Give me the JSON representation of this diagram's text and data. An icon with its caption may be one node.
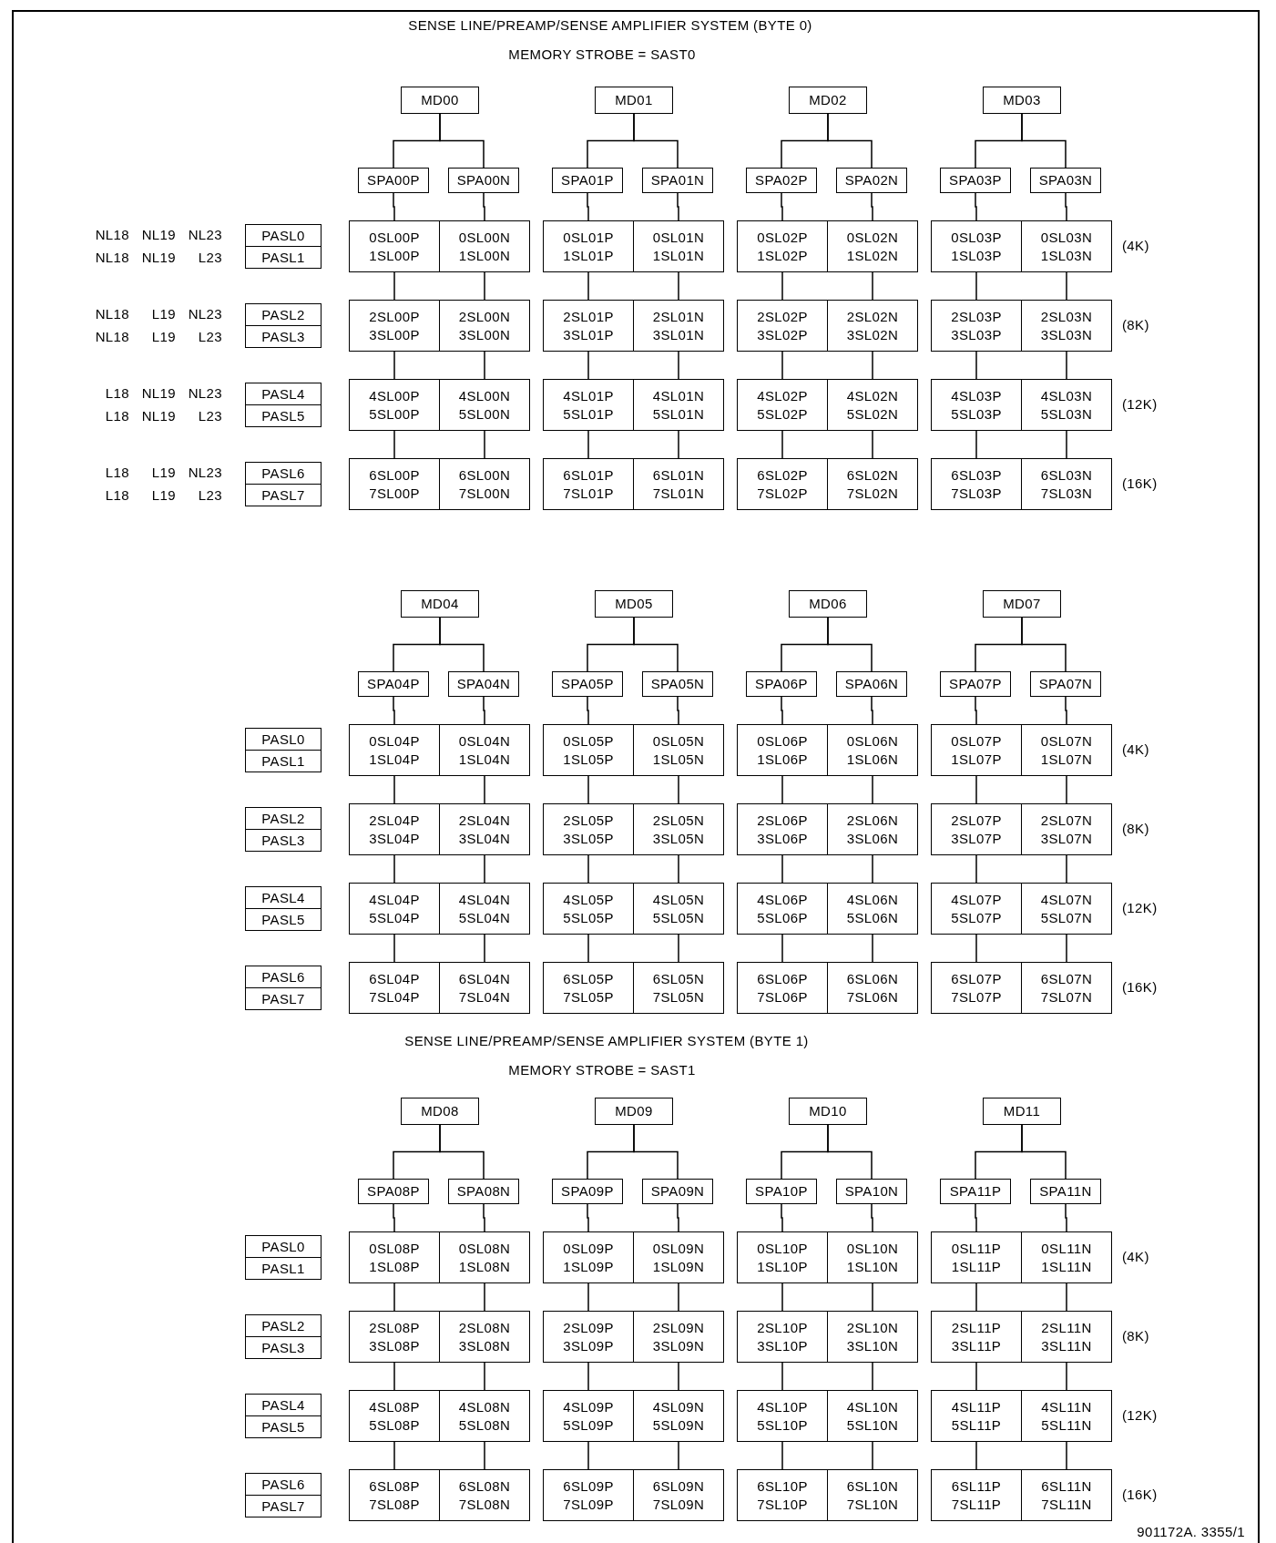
{
  "diagram": {
    "nodes": [
      {
        "text": [
          "MD00"
        ]
      },
      {
        "text": [
          "MD01"
        ]
      },
      {
        "text": [
          "MD02"
        ]
      },
      {
        "text": [
          "MD03"
        ]
      },
      {
        "text": [
          "SPA00P"
        ]
      },
      {
        "text": [
          "SPA00N"
        ]
      },
      {
        "text": [
          "SPA01P"
        ]
      },
      {
        "text": [
          "SPA01N"
        ]
      },
      {
        "text": [
          "SPA02P"
        ]
      },
      {
        "text": [
          "SPA02N"
        ]
      },
      {
        "text": [
          "SPA03P"
        ]
      },
      {
        "text": [
          "SPA03N"
        ]
      },
      {
        "text": [
          "PASL0"
        ]
      },
      {
        "text": [
          "PASL1"
        ]
      },
      {
        "text": [
          "0SL00P",
          "1SL00P"
        ]
      },
      {
        "text": [
          "0SL00N",
          "1SL00N"
        ]
      },
      {
        "text": [
          "0SL01P",
          "1SL01P"
        ]
      },
      {
        "text": [
          "0SL01N",
          "1SL01N"
        ]
      },
      {
        "text": [
          "0SL02P",
          "1SL02P"
        ]
      },
      {
        "text": [
          "0SL02N",
          "1SL02N"
        ]
      },
      {
        "text": [
          "0SL03P",
          "1SL03P"
        ]
      },
      {
        "text": [
          "0SL03N",
          "1SL03N"
        ]
      },
      {
        "text": [
          "PASL2"
        ]
      },
      {
        "text": [
          "PASL3"
        ]
      },
      {
        "text": [
          "2SL00P",
          "3SL00P"
        ]
      },
      {
        "text": [
          "2SL00N",
          "3SL00N"
        ]
      },
      {
        "text": [
          "2SL01P",
          "3SL01P"
        ]
      },
      {
        "text": [
          "2SL01N",
          "3SL01N"
        ]
      },
      {
        "text": [
          "2SL02P",
          "3SL02P"
        ]
      },
      {
        "text": [
          "2SL02N",
          "3SL02N"
        ]
      },
      {
        "text": [
          "2SL03P",
          "3SL03P"
        ]
      },
      {
        "text": [
          "2SL03N",
          "3SL03N"
        ]
      },
      {
        "text": [
          "PASL4"
        ]
      },
      {
        "text": [
          "PASL5"
        ]
      },
      {
        "text": [
          "4SL00P",
          "5SL00P"
        ]
      },
      {
        "text": [
          "4SL00N",
          "5SL00N"
        ]
      },
      {
        "text": [
          "4SL01P",
          "5SL01P"
        ]
      },
      {
        "text": [
          "4SL01N",
          "5SL01N"
        ]
      },
      {
        "text": [
          "4SL02P",
          "5SL02P"
        ]
      },
      {
        "text": [
          "4SL02N",
          "5SL02N"
        ]
      },
      {
        "text": [
          "4SL03P",
          "5SL03P"
        ]
      },
      {
        "text": [
          "4SL03N",
          "5SL03N"
        ]
      },
      {
        "text": [
          "PASL6"
        ]
      },
      {
        "text": [
          "PASL7"
        ]
      },
      {
        "text": [
          "6SL00P",
          "7SL00P"
        ]
      },
      {
        "text": [
          "6SL00N",
          "7SL00N"
        ]
      },
      {
        "text": [
          "6SL01P",
          "7SL01P"
        ]
      },
      {
        "text": [
          "6SL01N",
          "7SL01N"
        ]
      },
      {
        "text": [
          "6SL02P",
          "7SL02P"
        ]
      },
      {
        "text": [
          "6SL02N",
          "7SL02N"
        ]
      },
      {
        "text": [
          "6SL03P",
          "7SL03P"
        ]
      },
      {
        "text": [
          "6SL03N",
          "7SL03N"
        ]
      },
      {
        "text": [
          "MD04"
        ]
      },
      {
        "text": [
          "MD05"
        ]
      },
      {
        "text": [
          "MD06"
        ]
      },
      {
        "text": [
          "MD07"
        ]
      },
      {
        "text": [
          "SPA04P"
        ]
      },
      {
        "text": [
          "SPA04N"
        ]
      },
      {
        "text": [
          "SPA05P"
        ]
      },
      {
        "text": [
          "SPA05N"
        ]
      },
      {
        "text": [
          "SPA06P"
        ]
      },
      {
        "text": [
          "SPA06N"
        ]
      },
      {
        "text": [
          "SPA07P"
        ]
      },
      {
        "text": [
          "SPA07N"
        ]
      },
      {
        "text": [
          "PASL0"
        ]
      },
      {
        "text": [
          "PASL1"
        ]
      },
      {
        "text": [
          "0SL04P",
          "1SL04P"
        ]
      },
      {
        "text": [
          "0SL04N",
          "1SL04N"
        ]
      },
      {
        "text": [
          "0SL05P",
          "1SL05P"
        ]
      },
      {
        "text": [
          "0SL05N",
          "1SL05N"
        ]
      },
      {
        "text": [
          "0SL06P",
          "1SL06P"
        ]
      },
      {
        "text": [
          "0SL06N",
          "1SL06N"
        ]
      },
      {
        "text": [
          "0SL07P",
          "1SL07P"
        ]
      },
      {
        "text": [
          "0SL07N",
          "1SL07N"
        ]
      },
      {
        "text": [
          "PASL2"
        ]
      },
      {
        "text": [
          "PASL3"
        ]
      },
      {
        "text": [
          "2SL04P",
          "3SL04P"
        ]
      },
      {
        "text": [
          "2SL04N",
          "3SL04N"
        ]
      },
      {
        "text": [
          "2SL05P",
          "3SL05P"
        ]
      },
      {
        "text": [
          "2SL05N",
          "3SL05N"
        ]
      },
      {
        "text": [
          "2SL06P",
          "3SL06P"
        ]
      },
      {
        "text": [
          "2SL06N",
          "3SL06N"
        ]
      },
      {
        "text": [
          "2SL07P",
          "3SL07P"
        ]
      },
      {
        "text": [
          "2SL07N",
          "3SL07N"
        ]
      },
      {
        "text": [
          "PASL4"
        ]
      },
      {
        "text": [
          "PASL5"
        ]
      },
      {
        "text": [
          "4SL04P",
          "5SL04P"
        ]
      },
      {
        "text": [
          "4SL04N",
          "5SL04N"
        ]
      },
      {
        "text": [
          "4SL05P",
          "5SL05P"
        ]
      },
      {
        "text": [
          "4SL05N",
          "5SL05N"
        ]
      },
      {
        "text": [
          "4SL06P",
          "5SL06P"
        ]
      },
      {
        "text": [
          "4SL06N",
          "5SL06N"
        ]
      },
      {
        "text": [
          "4SL07P",
          "5SL07P"
        ]
      },
      {
        "text": [
          "4SL07N",
          "5SL07N"
        ]
      },
      {
        "text": [
          "PASL6"
        ]
      },
      {
        "text": [
          "PASL7"
        ]
      },
      {
        "text": [
          "6SL04P",
          "7SL04P"
        ]
      },
      {
        "text": [
          "6SL04N",
          "7SL04N"
        ]
      },
      {
        "text": [
          "6SL05P",
          "7SL05P"
        ]
      },
      {
        "text": [
          "6SL05N",
          "7SL05N"
        ]
      },
      {
        "text": [
          "6SL06P",
          "7SL06P"
        ]
      },
      {
        "text": [
          "6SL06N",
          "7SL06N"
        ]
      },
      {
        "text": [
          "6SL07P",
          "7SL07P"
        ]
      },
      {
        "text": [
          "6SL07N",
          "7SL07N"
        ]
      },
      {
        "text": [
          "MD08"
        ]
      },
      {
        "text": [
          "MD09"
        ]
      },
      {
        "text": [
          "MD10"
        ]
      },
      {
        "text": [
          "MD11"
        ]
      },
      {
        "text": [
          "SPA08P"
        ]
      },
      {
        "text": [
          "SPA08N"
        ]
      },
      {
        "text": [
          "SPA09P"
        ]
      },
      {
        "text": [
          "SPA09N"
        ]
      },
      {
        "text": [
          "SPA10P"
        ]
      },
      {
        "text": [
          "SPA10N"
        ]
      },
      {
        "text": [
          "SPA11P"
        ]
      },
      {
        "text": [
          "SPA11N"
        ]
      },
      {
        "text": [
          "PASL0"
        ]
      },
      {
        "text": [
          "PASL1"
        ]
      },
      {
        "text": [
          "0SL08P",
          "1SL08P"
        ]
      },
      {
        "text": [
          "0SL08N",
          "1SL08N"
        ]
      },
      {
        "text": [
          "0SL09P",
          "1SL09P"
        ]
      },
      {
        "text": [
          "0SL09N",
          "1SL09N"
        ]
      },
      {
        "text": [
          "0SL10P",
          "1SL10P"
        ]
      },
      {
        "text": [
          "0SL10N",
          "1SL10N"
        ]
      },
      {
        "text": [
          "0SL11P",
          "1SL11P"
        ]
      },
      {
        "text": [
          "0SL11N",
          "1SL11N"
        ]
      },
      {
        "text": [
          "PASL2"
        ]
      },
      {
        "text": [
          "PASL3"
        ]
      },
      {
        "text": [
          "2SL08P",
          "3SL08P"
        ]
      },
      {
        "text": [
          "2SL08N",
          "3SL08N"
        ]
      },
      {
        "text": [
          "2SL09P",
          "3SL09P"
        ]
      },
      {
        "text": [
          "2SL09N",
          "3SL09N"
        ]
      },
      {
        "text": [
          "2SL10P",
          "3SL10P"
        ]
      },
      {
        "text": [
          "2SL10N",
          "3SL10N"
        ]
      },
      {
        "text": [
          "2SL11P",
          "3SL11P"
        ]
      },
      {
        "text": [
          "2SL11N",
          "3SL11N"
        ]
      },
      {
        "text": [
          "PASL4"
        ]
      },
      {
        "text": [
          "PASL5"
        ]
      },
      {
        "text": [
          "4SL08P",
          "5SL08P"
        ]
      },
      {
        "text": [
          "4SL08N",
          "5SL08N"
        ]
      },
      {
        "text": [
          "4SL09P",
          "5SL09P"
        ]
      },
      {
        "text": [
          "4SL09N",
          "5SL09N"
        ]
      },
      {
        "text": [
          "4SL10P",
          "5SL10P"
        ]
      },
      {
        "text": [
          "4SL10N",
          "5SL10N"
        ]
      },
      {
        "text": [
          "4SL11P",
          "5SL11P"
        ]
      },
      {
        "text": [
          "4SL11N",
          "5SL11N"
        ]
      },
      {
        "text": [
          "PASL6"
        ]
      },
      {
        "text": [
          "PASL7"
        ]
      },
      {
        "text": [
          "6SL08P",
          "7SL08P"
        ]
      },
      {
        "text": [
          "6SL08N",
          "7SL08N"
        ]
      },
      {
        "text": [
          "6SL09P",
          "7SL09P"
        ]
      },
      {
        "text": [
          "6SL09N",
          "7SL09N"
        ]
      },
      {
        "text": [
          "6SL10P",
          "7SL10P"
        ]
      },
      {
        "text": [
          "6SL10N",
          "7SL10N"
        ]
      },
      {
        "text": [
          "6SL11P",
          "7SL11P"
        ]
      },
      {
        "text": [
          "6SL11N",
          "7SL11N"
        ]
      }
    ],
    "edges": [
      {
        "from": 0,
        "to": 4,
        "arrow": "none"
      },
      {
        "from": 0,
        "to": 5,
        "arrow": "none"
      },
      {
        "from": 4,
        "to": 14,
        "arrow": "none"
      },
      {
        "from": 14,
        "to": 24,
        "arrow": "none"
      },
      {
        "from": 24,
        "to": 34,
        "arrow": "none"
      },
      {
        "from": 34,
        "to": 44,
        "arrow": "none"
      },
      {
        "from": 5,
        "to": 15,
        "arrow": "none"
      },
      {
        "from": 15,
        "to": 25,
        "arrow": "none"
      },
      {
        "from": 25,
        "to": 35,
        "arrow": "none"
      },
      {
        "from": 35,
        "to": 45,
        "arrow": "none"
      },
      {
        "from": 1,
        "to": 6,
        "arrow": "none"
      },
      {
        "from": 1,
        "to": 7,
        "arrow": "none"
      },
      {
        "from": 6,
        "to": 16,
        "arrow": "none"
      },
      {
        "from": 16,
        "to": 26,
        "arrow": "none"
      },
      {
        "from": 26,
        "to": 36,
        "arrow": "none"
      },
      {
        "from": 36,
        "to": 46,
        "arrow": "none"
      },
      {
        "from": 7,
        "to": 17,
        "arrow": "none"
      },
      {
        "from": 17,
        "to": 27,
        "arrow": "none"
      },
      {
        "from": 27,
        "to": 37,
        "arrow": "none"
      },
      {
        "from": 37,
        "to": 47,
        "arrow": "none"
      },
      {
        "from": 2,
        "to": 8,
        "arrow": "none"
      },
      {
        "from": 2,
        "to": 9,
        "arrow": "none"
      },
      {
        "from": 8,
        "to": 18,
        "arrow": "none"
      },
      {
        "from": 18,
        "to": 28,
        "arrow": "none"
      },
      {
        "from": 28,
        "to": 38,
        "arrow": "none"
      },
      {
        "from": 38,
        "to": 48,
        "arrow": "none"
      },
      {
        "from": 9,
        "to": 19,
        "arrow": "none"
      },
      {
        "from": 19,
        "to": 29,
        "arrow": "none"
      },
      {
        "from": 29,
        "to": 39,
        "arrow": "none"
      },
      {
        "from": 39,
        "to": 49,
        "arrow": "none"
      },
      {
        "from": 3,
        "to": 10,
        "arrow": "none"
      },
      {
        "from": 3,
        "to": 11,
        "arrow": "none"
      },
      {
        "from": 10,
        "to": 20,
        "arrow": "none"
      },
      {
        "from": 20,
        "to": 30,
        "arrow": "none"
      },
      {
        "from": 30,
        "to": 40,
        "arrow": "none"
      },
      {
        "from": 40,
        "to": 50,
        "arrow": "none"
      },
      {
        "from": 11,
        "to": 21,
        "arrow": "none"
      },
      {
        "from": 21,
        "to": 31,
        "arrow": "none"
      },
      {
        "from": 31,
        "to": 41,
        "arrow": "none"
      },
      {
        "from": 41,
        "to": 51,
        "arrow": "none"
      },
      {
        "from": 52,
        "to": 56,
        "arrow": "none"
      },
      {
        "from": 52,
        "to": 57,
        "arrow": "none"
      },
      {
        "from": 56,
        "to": 66,
        "arrow": "none"
      },
      {
        "from": 66,
        "to": 76,
        "arrow": "none"
      },
      {
        "from": 76,
        "to": 86,
        "arrow": "none"
      },
      {
        "from": 86,
        "to": 96,
        "arrow": "none"
      },
      {
        "from": 57,
        "to": 67,
        "arrow": "none"
      },
      {
        "from": 67,
        "to": 77,
        "arrow": "none"
      },
      {
        "from": 77,
        "to": 87,
        "arrow": "none"
      },
      {
        "from": 87,
        "to": 97,
        "arrow": "none"
      },
      {
        "from": 53,
        "to": 58,
        "arrow": "none"
      },
      {
        "from": 53,
        "to": 59,
        "arrow": "none"
      },
      {
        "from": 58,
        "to": 68,
        "arrow": "none"
      },
      {
        "from": 68,
        "to": 78,
        "arrow": "none"
      },
      {
        "from": 78,
        "to": 88,
        "arrow": "none"
      },
      {
        "from": 88,
        "to": 98,
        "arrow": "none"
      },
      {
        "from": 59,
        "to": 69,
        "arrow": "none"
      },
      {
        "from": 69,
        "to": 79,
        "arrow": "none"
      },
      {
        "from": 79,
        "to": 89,
        "arrow": "none"
      },
      {
        "from": 89,
        "to": 99,
        "arrow": "none"
      },
      {
        "from": 54,
        "to": 60,
        "arrow": "none"
      },
      {
        "from": 54,
        "to": 61,
        "arrow": "none"
      },
      {
        "from": 60,
        "to": 70,
        "arrow": "none"
      },
      {
        "from": 70,
        "to": 80,
        "arrow": "none"
      },
      {
        "from": 80,
        "to": 90,
        "arrow": "none"
      },
      {
        "from": 90,
        "to": 100,
        "arrow": "none"
      },
      {
        "from": 61,
        "to": 71,
        "arrow": "none"
      },
      {
        "from": 71,
        "to": 81,
        "arrow": "none"
      },
      {
        "from": 81,
        "to": 91,
        "arrow": "none"
      },
      {
        "from": 91,
        "to": 101,
        "arrow": "none"
      },
      {
        "from": 55,
        "to": 62,
        "arrow": "none"
      },
      {
        "from": 55,
        "to": 63,
        "arrow": "none"
      },
      {
        "from": 62,
        "to": 72,
        "arrow": "none"
      },
      {
        "from": 72,
        "to": 82,
        "arrow": "none"
      },
      {
        "from": 82,
        "to": 92,
        "arrow": "none"
      },
      {
        "from": 92,
        "to": 102,
        "arrow": "none"
      },
      {
        "from": 63,
        "to": 73,
        "arrow": "none"
      },
      {
        "from": 73,
        "to": 83,
        "arrow": "none"
      },
      {
        "from": 83,
        "to": 93,
        "arrow": "none"
      },
      {
        "from": 93,
        "to": 103,
        "arrow": "none"
      },
      {
        "from": 104,
        "to": 108,
        "arrow": "none"
      },
      {
        "from": 104,
        "to": 109,
        "arrow": "none"
      },
      {
        "from": 108,
        "to": 118,
        "arrow": "none"
      },
      {
        "from": 118,
        "to": 128,
        "arrow": "none"
      },
      {
        "from": 128,
        "to": 138,
        "arrow": "none"
      },
      {
        "from": 138,
        "to": 148,
        "arrow": "none"
      },
      {
        "from": 109,
        "to": 119,
        "arrow": "none"
      },
      {
        "from": 119,
        "to": 129,
        "arrow": "none"
      },
      {
        "from": 129,
        "to": 139,
        "arrow": "none"
      },
      {
        "from": 139,
        "to": 149,
        "arrow": "none"
      },
      {
        "from": 105,
        "to": 110,
        "arrow": "none"
      },
      {
        "from": 105,
        "to": 111,
        "arrow": "none"
      },
      {
        "from": 110,
        "to": 120,
        "arrow": "none"
      },
      {
        "from": 120,
        "to": 130,
        "arrow": "none"
      },
      {
        "from": 130,
        "to": 140,
        "arrow": "none"
      },
      {
        "from": 140,
        "to": 150,
        "arrow": "none"
      },
      {
        "from": 111,
        "to": 121,
        "arrow": "none"
      },
      {
        "from": 121,
        "to": 131,
        "arrow": "none"
      },
      {
        "from": 131,
        "to": 141,
        "arrow": "none"
      },
      {
        "from": 141,
        "to": 151,
        "arrow": "none"
      },
      {
        "from": 106,
        "to": 112,
        "arrow": "none"
      },
      {
        "from": 106,
        "to": 113,
        "arrow": "none"
      },
      {
        "from": 112,
        "to": 122,
        "arrow": "none"
      },
      {
        "from": 122,
        "to": 132,
        "arrow": "none"
      },
      {
        "from": 132,
        "to": 142,
        "arrow": "none"
      },
      {
        "from": 142,
        "to": 152,
        "arrow": "none"
      },
      {
        "from": 113,
        "to": 123,
        "arrow": "none"
      },
      {
        "from": 123,
        "to": 133,
        "arrow": "none"
      },
      {
        "from": 133,
        "to": 143,
        "arrow": "none"
      },
      {
        "from": 143,
        "to": 153,
        "arrow": "none"
      },
      {
        "from": 107,
        "to": 114,
        "arrow": "none"
      },
      {
        "from": 107,
        "to": 115,
        "arrow": "none"
      },
      {
        "from": 114,
        "to": 124,
        "arrow": "none"
      },
      {
        "from": 124,
        "to": 134,
        "arrow": "none"
      },
      {
        "from": 134,
        "to": 144,
        "arrow": "none"
      },
      {
        "from": 144,
        "to": 154,
        "arrow": "none"
      },
      {
        "from": 115,
        "to": 125,
        "arrow": "none"
      },
      {
        "from": 125,
        "to": 135,
        "arrow": "none"
      },
      {
        "from": 135,
        "to": 145,
        "arrow": "none"
      },
      {
        "from": 145,
        "to": 155,
        "arrow": "none"
      }
    ],
    "labels": [
      "SENSE LINE/PREAMP/SENSE AMPLIFIER SYSTEM (BYTE 0)",
      "MEMORY STROBE = SAST0",
      "NL18",
      "NL19",
      "NL23",
      "NL18",
      "NL19",
      "L23",
      "(4K)",
      "NL18",
      "L19",
      "NL23",
      "NL18",
      "L19",
      "L23",
      "(8K)",
      "L18",
      "NL19",
      "NL23",
      "L18",
      "NL19",
      "L23",
      "(12K)",
      "L18",
      "L19",
      "NL23",
      "L18",
      "L19",
      "L23",
      "(16K)",
      "(4K)",
      "(8K)",
      "(12K)",
      "(16K)",
      "SENSE LINE/PREAMP/SENSE AMPLIFIER SYSTEM (BYTE 1)",
      "MEMORY STROBE = SAST1",
      "(4K)",
      "(8K)",
      "(12K)",
      "(16K)",
      "901172A. 3355/1"
    ]
  }
}
